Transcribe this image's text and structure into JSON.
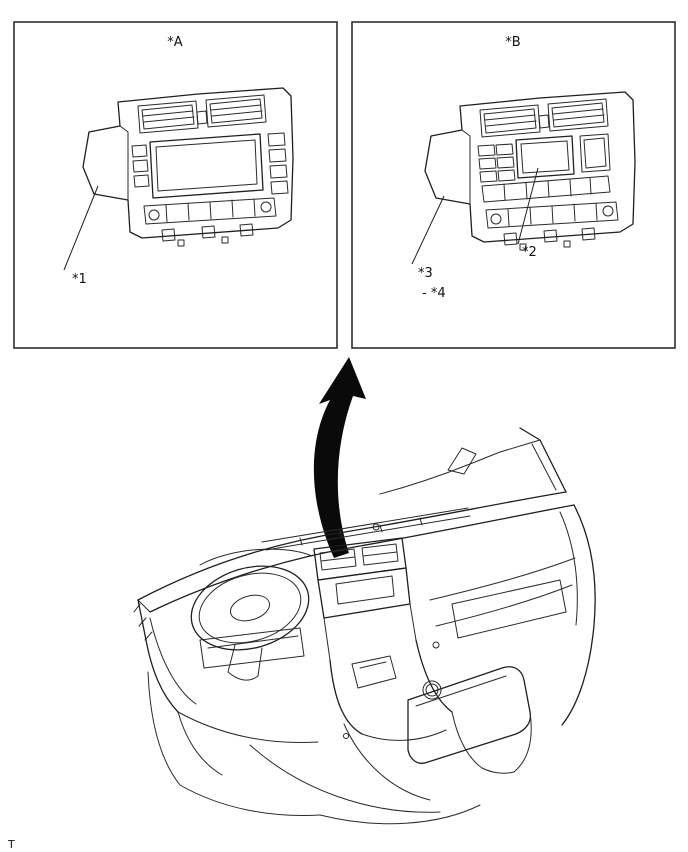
{
  "page": {
    "background": "#ffffff",
    "line_color": "#1f1f1f"
  },
  "panel_a": {
    "label": "*A",
    "callouts": {
      "c1": "*1"
    }
  },
  "panel_b": {
    "label": "*B",
    "callouts": {
      "c2": "*2",
      "c3": "*3",
      "c4": "- *4"
    }
  },
  "footer_mark": "T"
}
